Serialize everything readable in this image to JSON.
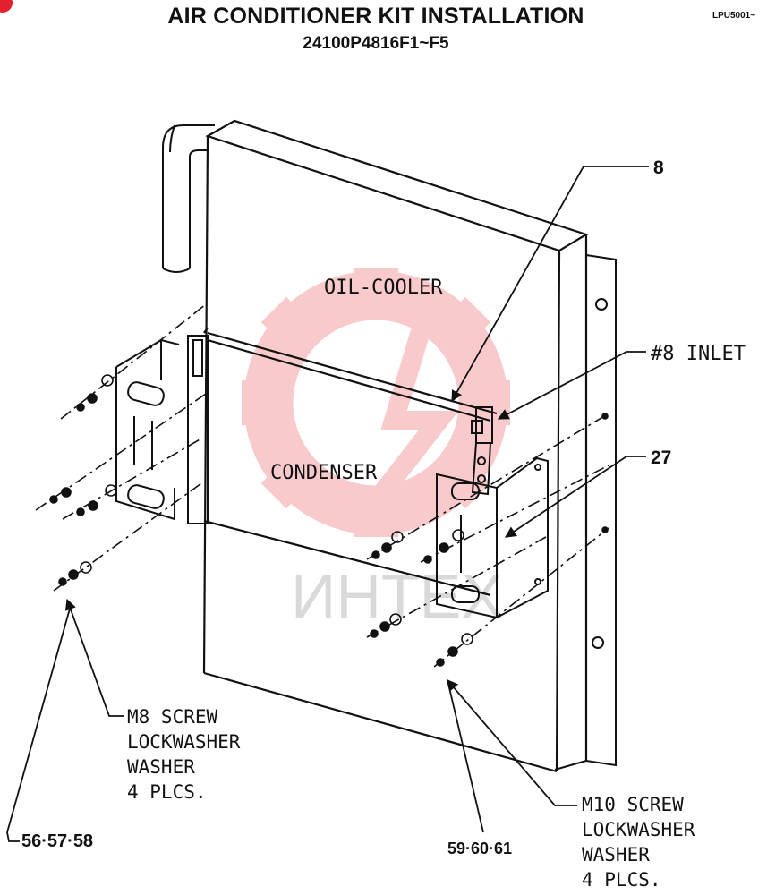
{
  "header": {
    "title": "AIR CONDITIONER KIT INSTALLATION",
    "subtitle": "24100P4816F1~F5",
    "doc_number": "LPU5001~"
  },
  "components": {
    "oil_cooler": "OIL-COOLER",
    "condenser": "CONDENSER"
  },
  "callouts": {
    "part_8": "8",
    "inlet": "#8 INLET",
    "part_27": "27",
    "left_hardware": {
      "line1": "M8 SCREW",
      "line2": "LOCKWASHER",
      "line3": "WASHER",
      "line4": "4 PLCS.",
      "parts": "56·57·58"
    },
    "right_hardware": {
      "line1": "M10 SCREW",
      "line2": "LOCKWASHER",
      "line3": "WASHER",
      "line4": "4 PLCS.",
      "parts": "59·60·61"
    }
  },
  "watermark": {
    "text": "ИНТЕХ",
    "color": "#e8434b"
  },
  "colors": {
    "line": "#111111",
    "accent": "#e2202e"
  }
}
